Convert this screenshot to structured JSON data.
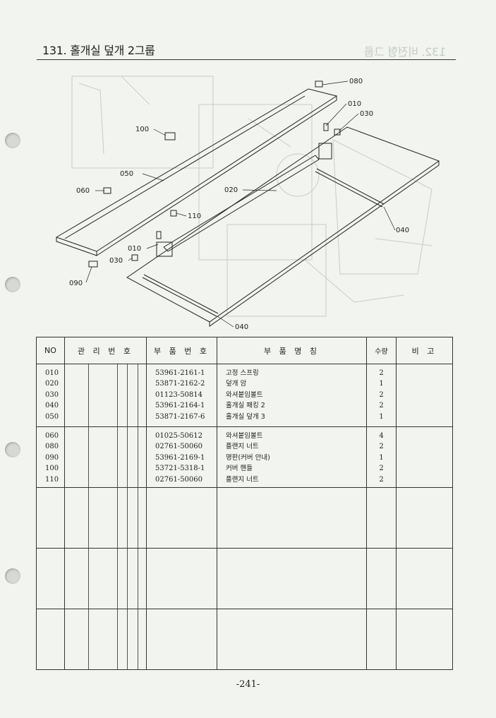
{
  "page": {
    "title": "131. 홀개실 덮개 2그룹",
    "ghost_title": "132. 비전형 그룹",
    "page_number": "-241-"
  },
  "diagram": {
    "callouts": [
      "080",
      "010",
      "030",
      "100",
      "050",
      "060",
      "020",
      "110",
      "040",
      "010",
      "030",
      "090",
      "040"
    ]
  },
  "table": {
    "headers": {
      "no": "NO",
      "mgmt": "관 리 번 호",
      "part": "부 품 번 호",
      "name": "부 품 명 칭",
      "qty": "수량",
      "remark": "비 고"
    },
    "groups": [
      {
        "rows": [
          {
            "no": "010",
            "part": "53961-2161-1",
            "name": "고정 스프링",
            "qty": "2"
          },
          {
            "no": "020",
            "part": "53871-2162-2",
            "name": "덮개 암",
            "qty": "1"
          },
          {
            "no": "030",
            "part": "01123-50814",
            "name": "와셔붙임볼트",
            "qty": "2"
          },
          {
            "no": "040",
            "part": "53961-2164-1",
            "name": "홀개실 패킹 2",
            "qty": "2"
          },
          {
            "no": "050",
            "part": "53871-2167-6",
            "name": "홀개실 덮개 3",
            "qty": "1"
          }
        ]
      },
      {
        "rows": [
          {
            "no": "060",
            "part": "01025-50612",
            "name": "와셔붙임볼트",
            "qty": "4"
          },
          {
            "no": "080",
            "part": "02761-50060",
            "name": "플랜지 너트",
            "qty": "2"
          },
          {
            "no": "090",
            "part": "53961-2169-1",
            "name": "명판(커버 안내)",
            "qty": "1"
          },
          {
            "no": "100",
            "part": "53721-5318-1",
            "name": "커버 핸들",
            "qty": "2"
          },
          {
            "no": "110",
            "part": "02761-50060",
            "name": "플랜지 너트",
            "qty": "2"
          }
        ]
      },
      {
        "rows": []
      },
      {
        "rows": []
      },
      {
        "rows": []
      }
    ]
  }
}
